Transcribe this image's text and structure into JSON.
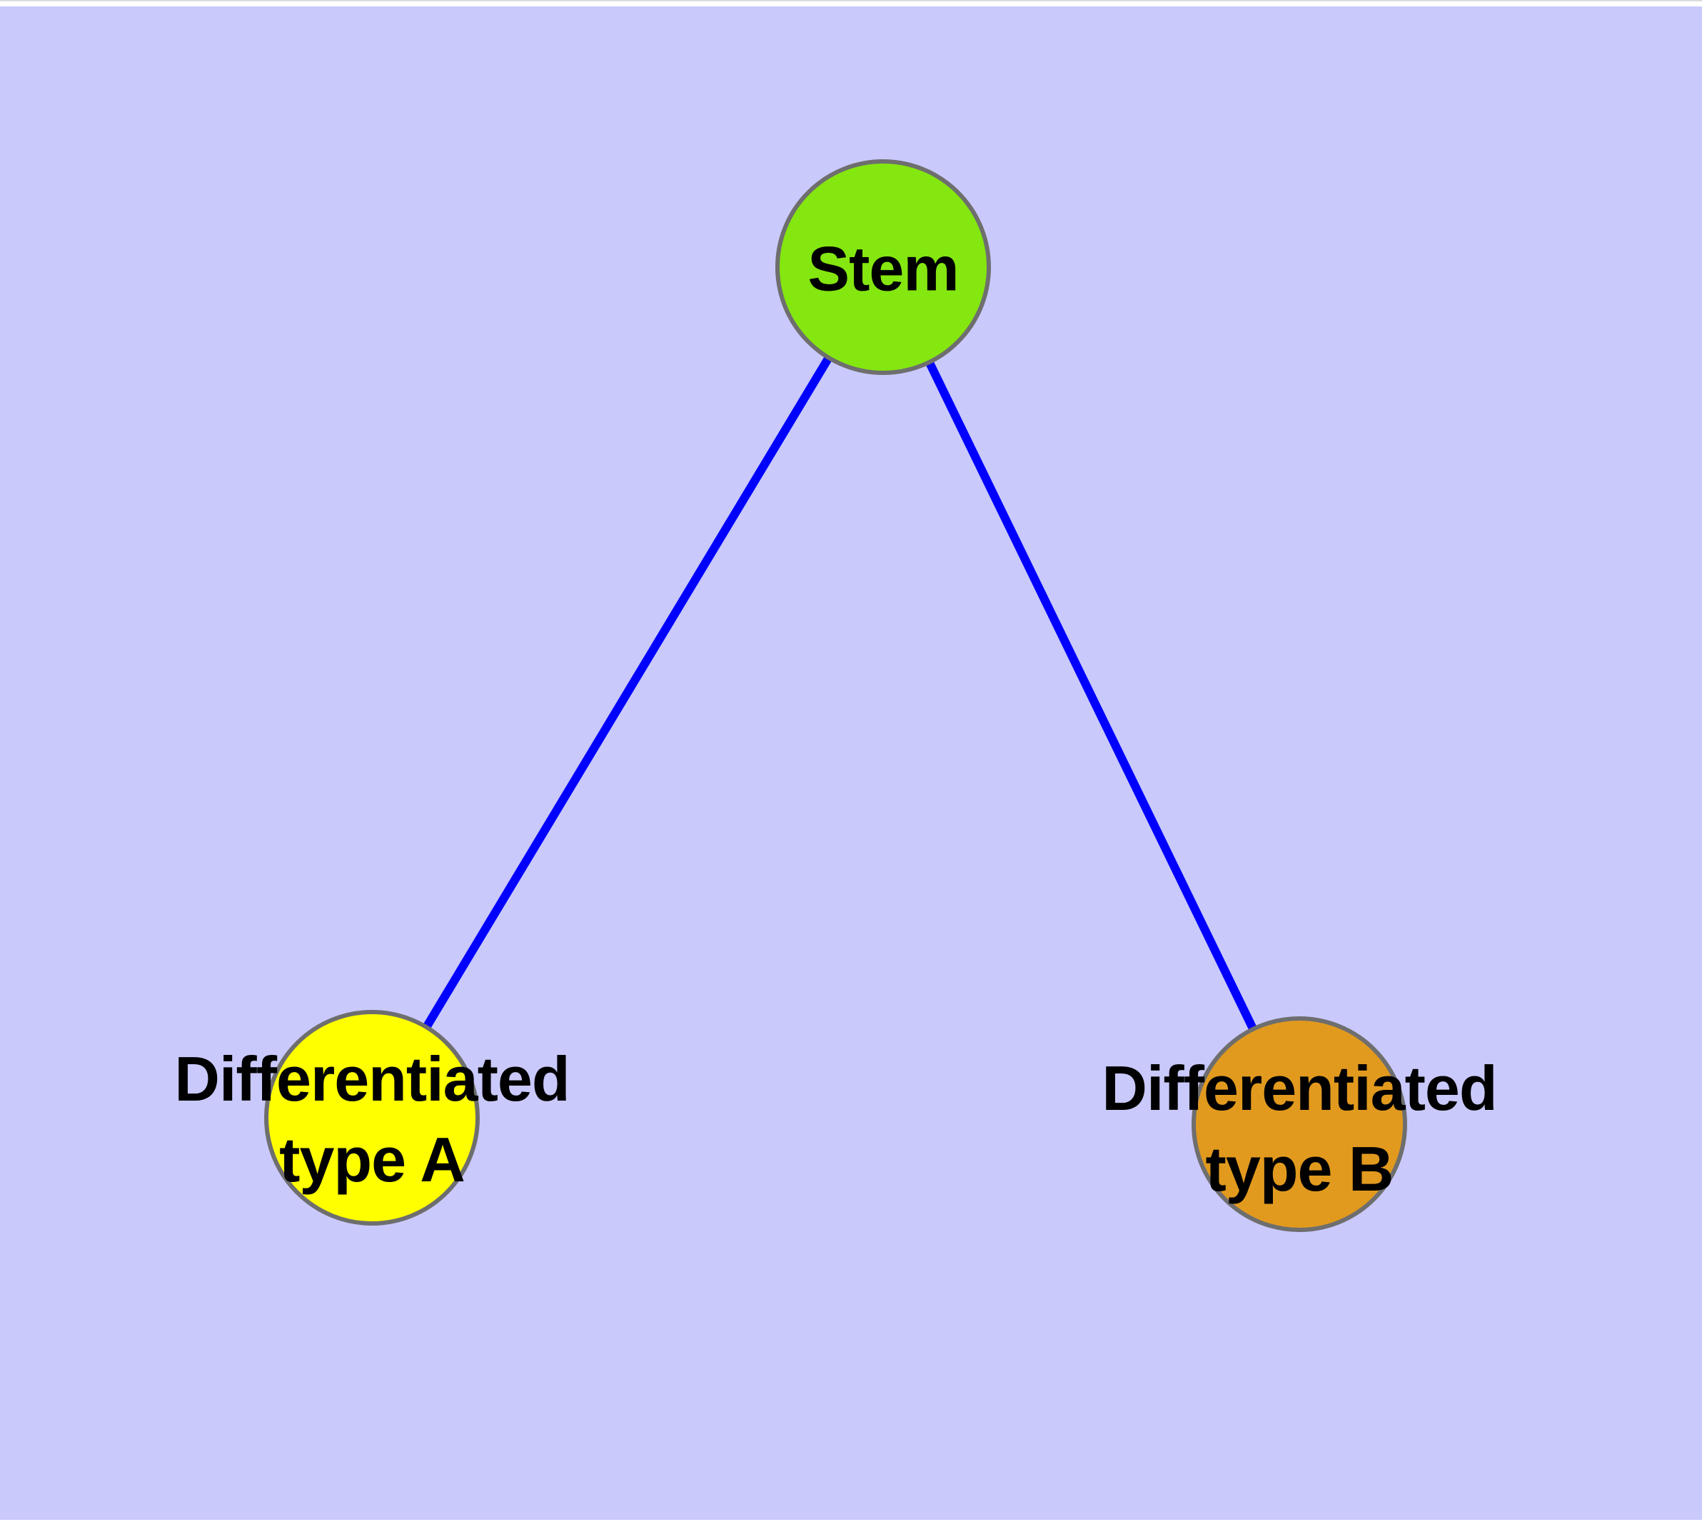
{
  "figure": {
    "kind": "cell-differentiation-graph",
    "background_color": "#c9c9fc",
    "margin_color": "#ffffff",
    "text_color": "#000000"
  },
  "graph": {
    "nodes": [
      {
        "id": "stem",
        "label": "Stem",
        "fill": "#84e710",
        "border_color": "#6e6e6e"
      },
      {
        "id": "diff-a",
        "label": "Differentiated\ntype A",
        "fill": "#ffff00",
        "border_color": "#6e6e6e"
      },
      {
        "id": "diff-b",
        "label": "Differentiated\ntype B",
        "fill": "#e29a1e",
        "border_color": "#6e6e6e"
      }
    ],
    "edges": [
      {
        "from": "stem",
        "to": "diff-a",
        "color": "#0000ff"
      },
      {
        "from": "stem",
        "to": "diff-b",
        "color": "#0000ff"
      }
    ]
  }
}
